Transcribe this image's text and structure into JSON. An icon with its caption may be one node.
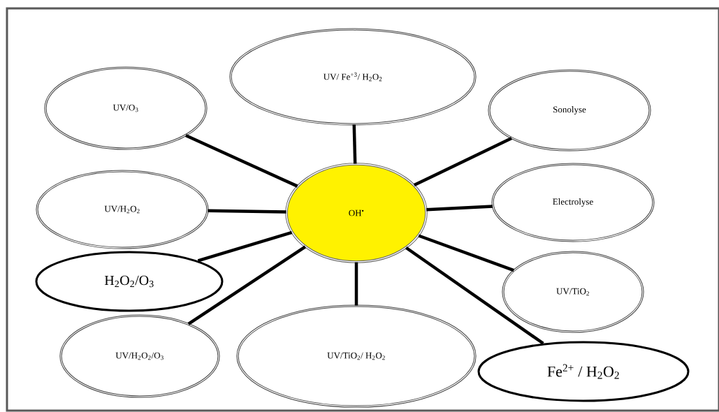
{
  "diagram": {
    "nodes": [
      {
        "text": [
          "UV/ Fe$^{+3}$/ H$_{2}$O$_{2}$"
        ]
      },
      {
        "text": [
          "UV/O$_{3}$"
        ]
      },
      {
        "text": [
          "Sonolyse"
        ]
      },
      {
        "text": [
          "UV/H$_{2}$O$_{2}$"
        ]
      },
      {
        "text": [
          "OH$^{•}$"
        ]
      },
      {
        "text": [
          "Electrolyse"
        ]
      },
      {
        "text": [
          "H$_{2}$O$_{2}$/O$_{3}$"
        ]
      },
      {
        "text": [
          "UV/TiO$_{2}$"
        ]
      },
      {
        "text": [
          "UV/H$_{2}$O$_{2}$/O$_{3}$"
        ]
      },
      {
        "text": [
          "UV/TiO$_{2}$/ H$_{2}$O$_{2}$"
        ]
      },
      {
        "text": [
          "Fe$^{2+}$ / H$_{2}$O$_{2}$"
        ]
      }
    ],
    "edges": [
      {
        "from": 0,
        "to": 4,
        "arrow": "none"
      },
      {
        "from": 1,
        "to": 4,
        "arrow": "none"
      },
      {
        "from": 2,
        "to": 4,
        "arrow": "none"
      },
      {
        "from": 3,
        "to": 4,
        "arrow": "none"
      },
      {
        "from": 5,
        "to": 4,
        "arrow": "none"
      },
      {
        "from": 6,
        "to": 4,
        "arrow": "none"
      },
      {
        "from": 7,
        "to": 4,
        "arrow": "none"
      },
      {
        "from": 8,
        "to": 4,
        "arrow": "none"
      },
      {
        "from": 9,
        "to": 4,
        "arrow": "none"
      },
      {
        "from": 10,
        "to": 4,
        "arrow": "none"
      }
    ]
  }
}
